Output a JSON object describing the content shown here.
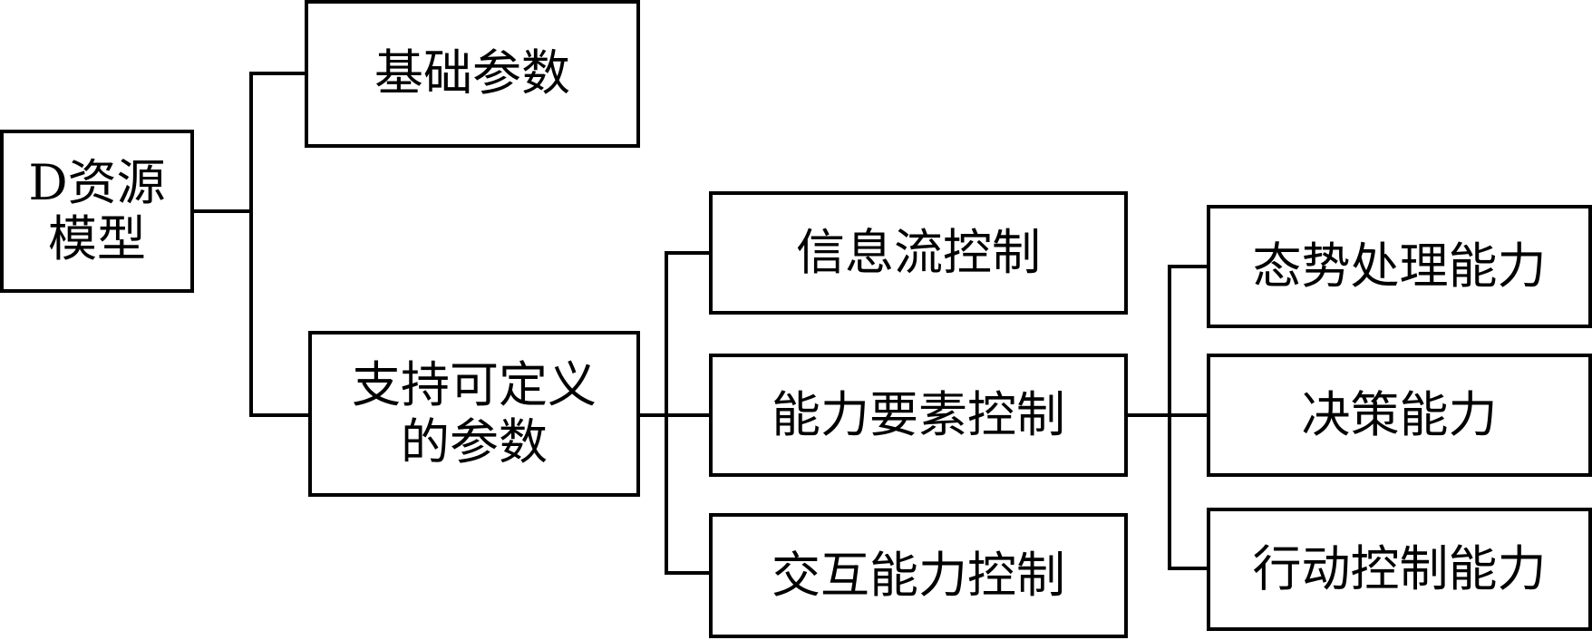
{
  "diagram": {
    "root": {
      "label": "D资源\n模型"
    },
    "level1": {
      "basic": {
        "label": "基础参数"
      },
      "definable": {
        "label": "支持可定义\n的参数"
      }
    },
    "level2": {
      "info_flow": {
        "label": "信息流控制"
      },
      "capability": {
        "label": "能力要素控制"
      },
      "interaction": {
        "label": "交互能力控制"
      }
    },
    "level3": {
      "situation": {
        "label": "态势处理能力"
      },
      "decision": {
        "label": "决策能力"
      },
      "action": {
        "label": "行动控制能力"
      }
    }
  }
}
